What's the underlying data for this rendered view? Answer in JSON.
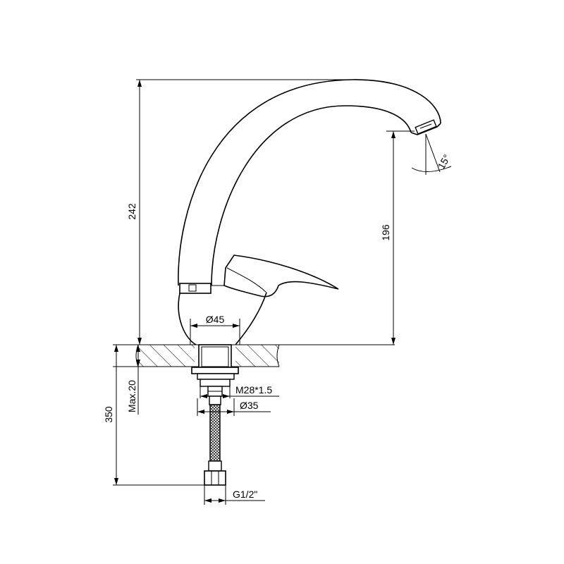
{
  "drawing": {
    "dimensions": {
      "total_height": "242",
      "spout_height": "196",
      "spout_angle": "15°",
      "base_diameter": "Ø45",
      "thread_size": "M28*1.5",
      "shank_diameter": "Ø35",
      "max_thickness": "Max.20",
      "hose_length": "350",
      "hose_connector": "G1/2\""
    }
  }
}
